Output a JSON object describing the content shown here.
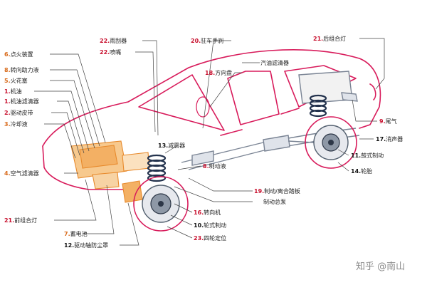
{
  "labels": [
    {
      "id": "ignition",
      "num": "6.",
      "text": "点火装置",
      "color": "orange"
    },
    {
      "id": "steering-fluid",
      "num": "8.",
      "text": "转向助力液",
      "color": "orange"
    },
    {
      "id": "spark-plug",
      "num": "5.",
      "text": "火花塞",
      "color": "orange"
    },
    {
      "id": "engine-oil",
      "num": "1.",
      "text": "机油",
      "color": "red"
    },
    {
      "id": "oil-filter",
      "num": "1.",
      "text": "机油滤清器",
      "color": "red"
    },
    {
      "id": "drive-belt",
      "num": "2.",
      "text": "驱动皮带",
      "color": "red"
    },
    {
      "id": "coolant",
      "num": "3.",
      "text": "冷却液",
      "color": "orange"
    },
    {
      "id": "air-filter",
      "num": "4.",
      "text": "空气滤清器",
      "color": "orange"
    },
    {
      "id": "front-light",
      "num": "21.",
      "text": "前组合灯",
      "color": "red"
    },
    {
      "id": "battery",
      "num": "7.",
      "text": "蓄电池",
      "color": "orange"
    },
    {
      "id": "drive-shaft-boot",
      "num": "12.",
      "text": "驱动轴防尘罩",
      "color": "black"
    },
    {
      "id": "wiper",
      "num": "22.",
      "text": "雨刮器",
      "color": "red"
    },
    {
      "id": "washer",
      "num": "22.",
      "text": "喷嘴",
      "color": "red"
    },
    {
      "id": "parking-brake",
      "num": "20.",
      "text": "驻车手刹",
      "color": "red"
    },
    {
      "id": "rear-light",
      "num": "21.",
      "text": "后组合灯",
      "color": "red"
    },
    {
      "id": "fuel-filter",
      "num": "",
      "text": "汽油滤清器",
      "color": "black"
    },
    {
      "id": "steering-wheel",
      "num": "18.",
      "text": "方向盘",
      "color": "red"
    },
    {
      "id": "exhaust",
      "num": "9.",
      "text": "尾气",
      "color": "red"
    },
    {
      "id": "muffler",
      "num": "17.",
      "text": "消声器",
      "color": "black"
    },
    {
      "id": "drum-brake",
      "num": "11.",
      "text": "鼓式制动",
      "color": "black"
    },
    {
      "id": "tire",
      "num": "14.",
      "text": "轮胎",
      "color": "black"
    },
    {
      "id": "shock-absorber",
      "num": "13.",
      "text": "减震器",
      "color": "black"
    },
    {
      "id": "brake-fluid",
      "num": "8.",
      "text": "制动液",
      "color": "red"
    },
    {
      "id": "brake-clutch-pedal",
      "num": "19.",
      "text": "制动/离合踏板",
      "color": "red"
    },
    {
      "id": "brake-master",
      "num": "",
      "text": "制动总泵",
      "color": "black"
    },
    {
      "id": "steering-gear",
      "num": "16.",
      "text": "转向机",
      "color": "red"
    },
    {
      "id": "wheel-brake",
      "num": "10.",
      "text": "轮式制动",
      "color": "black"
    },
    {
      "id": "wheel-alignment",
      "num": "23.",
      "text": "四轮定位",
      "color": "red"
    }
  ],
  "watermark": "知乎 @南山",
  "colors": {
    "outline": "#d81b5b",
    "frame": "#7a8494",
    "leader": "#444444",
    "engine": "#e88a2c"
  }
}
